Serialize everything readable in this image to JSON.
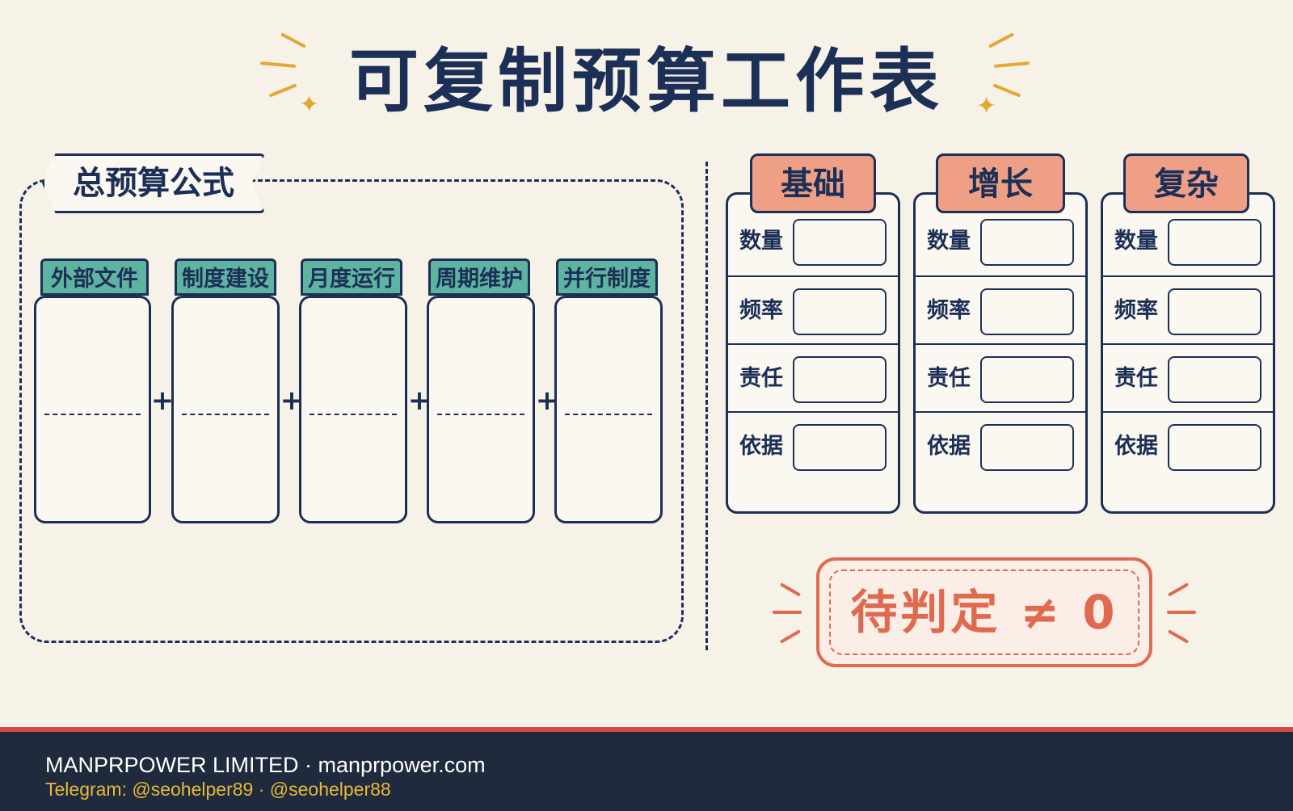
{
  "title": "可复制预算工作表",
  "formula": {
    "label": "总预算公式",
    "components": [
      "外部文件",
      "制度建设",
      "月度运行",
      "周期维护",
      "并行制度"
    ],
    "operator": "+"
  },
  "tiers": [
    {
      "name": "基础",
      "rows": [
        "数量",
        "频率",
        "责任",
        "依据"
      ]
    },
    {
      "name": "增长",
      "rows": [
        "数量",
        "频率",
        "责任",
        "依据"
      ]
    },
    {
      "name": "复杂",
      "rows": [
        "数量",
        "频率",
        "责任",
        "依据"
      ]
    }
  ],
  "pending": "待判定 ≠ 0",
  "footer": {
    "company": "MANPRPOWER LIMITED",
    "separator": " · ",
    "site": "manprpower.com",
    "telegram": "Telegram: @seohelper89 · @seohelper88"
  },
  "colors": {
    "ink": "#1c2f56",
    "teal": "#5fb3a1",
    "salmon": "#ef9f86",
    "alert": "#e06a4f",
    "gold": "#e2a735",
    "paper": "#f7f2e8",
    "footer_bg": "#1f2a3c"
  }
}
